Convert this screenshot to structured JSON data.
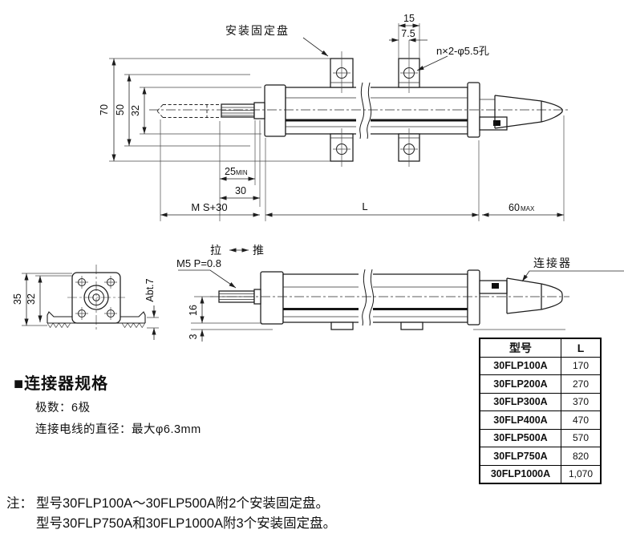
{
  "top_view": {
    "label_mounting_plate": "安装固定盘",
    "label_holes": "n×2-φ5.5孔",
    "dim_block_width": "15",
    "dim_hole_offset": "7.5",
    "dim_total_height": "70",
    "dim_plate_height": "50",
    "dim_body_od": "32",
    "dim_thread_len": "25",
    "dim_thread_suffix": "MIN",
    "dim_rod_ext": "30",
    "dim_stroke": "M S+30",
    "dim_body_len": "L",
    "dim_connector_len": "60",
    "dim_connector_suffix": "MAX"
  },
  "middle_view": {
    "label_pull": "拉",
    "label_push": "推",
    "label_thread": "M5 P=0.8",
    "label_connector": "连接器",
    "dim_center_height": "16",
    "dim_foot_plate": "3"
  },
  "side_view": {
    "dim_overall": "35",
    "dim_flange": "32",
    "dim_foot_height": "Abt.7"
  },
  "table": {
    "headers": [
      "型号",
      "L"
    ],
    "rows": [
      [
        "30FLP100A",
        "170"
      ],
      [
        "30FLP200A",
        "270"
      ],
      [
        "30FLP300A",
        "370"
      ],
      [
        "30FLP400A",
        "470"
      ],
      [
        "30FLP500A",
        "570"
      ],
      [
        "30FLP750A",
        "820"
      ],
      [
        "30FLP1000A",
        "1,070"
      ]
    ]
  },
  "connector_spec": {
    "title": "■连接器规格",
    "poles": "极数：6极",
    "wire_diameter": "连接电线的直径：最大φ6.3mm"
  },
  "note": {
    "prefix": "注：",
    "line1": "型号30FLP100A～30FLP500A附2个安装固定盘。",
    "line2": "型号30FLP750A和30FLP1000A附3个安装固定盘。"
  }
}
